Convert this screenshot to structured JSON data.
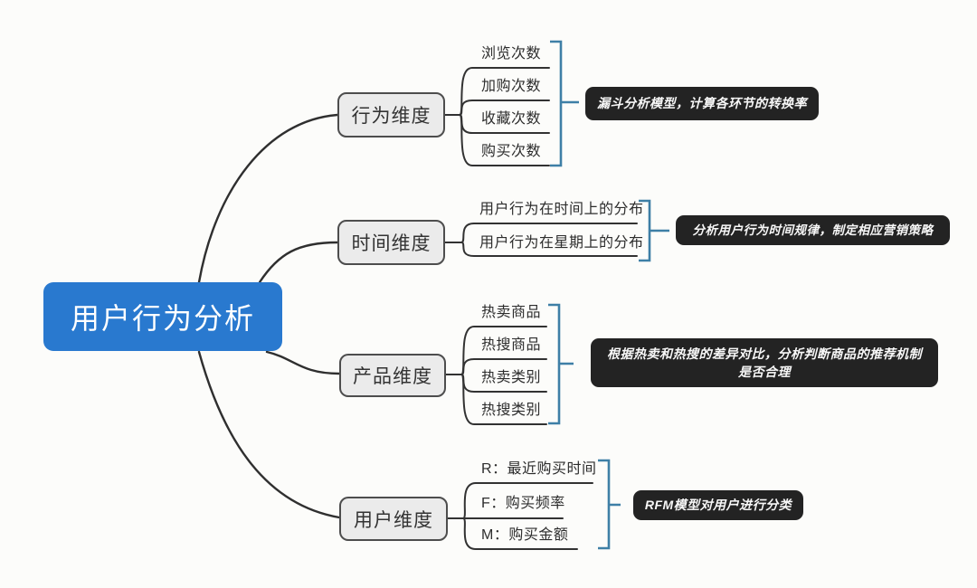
{
  "root": {
    "label": "用户行为分析"
  },
  "branches": [
    {
      "label": "行为维度",
      "leaves": [
        "浏览次数",
        "加购次数",
        "收藏次数",
        "购买次数"
      ],
      "annotation": "漏斗分析模型，计算各环节的转换率"
    },
    {
      "label": "时间维度",
      "leaves": [
        "用户行为在时间上的分布",
        "用户行为在星期上的分布"
      ],
      "annotation": "分析用户行为时间规律，制定相应营销策略"
    },
    {
      "label": "产品维度",
      "leaves": [
        "热卖商品",
        "热搜商品",
        "热卖类别",
        "热搜类别"
      ],
      "annotation": "根据热卖和热搜的差异对比，分析判断商品的推荐机制是否合理"
    },
    {
      "label": "用户维度",
      "leaves": [
        "R：最近购买时间",
        "F：购买频率",
        "M：购买金额"
      ],
      "annotation": "RFM模型对用户进行分类"
    }
  ],
  "colors": {
    "root_bg": "#2979cf",
    "root_text": "#ffffff",
    "branch_bg": "#ebebeb",
    "branch_border": "#4d4d4d",
    "annotation_bg": "#232323",
    "annotation_text": "#f7f7f7",
    "bracket": "#3e7fa6",
    "line": "#2f2f2f",
    "background": "#fcfcfa"
  }
}
